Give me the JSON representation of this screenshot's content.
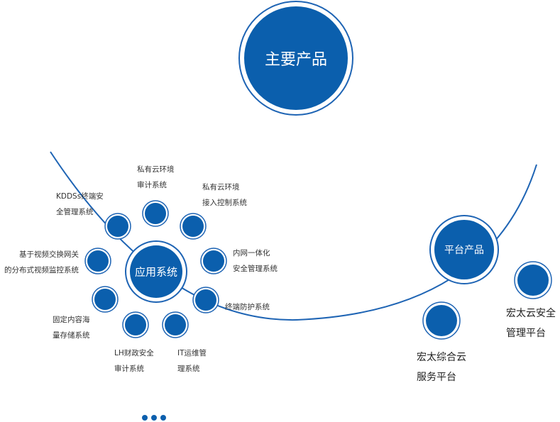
{
  "colors": {
    "primary": "#0b5fad",
    "curve": "#1e64b4",
    "ring": "#1e64b4"
  },
  "main": {
    "title": "主要产品"
  },
  "app_system": {
    "title": "应用系统",
    "items": [
      {
        "line1": "私有云环境",
        "line2": "审计系统"
      },
      {
        "line1": "私有云环境",
        "line2": "接入控制系统"
      },
      {
        "line1": "KDDSs终端安",
        "line2": "全管理系统"
      },
      {
        "line1": "基于视频交换网关",
        "line2": "的分布式视频监控系统"
      },
      {
        "line1": "内网一体化",
        "line2": "安全管理系统"
      },
      {
        "line1": "终端防护系统",
        "line2": ""
      },
      {
        "line1": "固定内容海",
        "line2": "量存储系统"
      },
      {
        "line1": "LH财政安全",
        "line2": "审计系统"
      },
      {
        "line1": "IT运维管",
        "line2": "理系统"
      }
    ]
  },
  "platform": {
    "title": "平台产品",
    "items": [
      {
        "line1": "宏太综合云",
        "line2": "服务平台"
      },
      {
        "line1": "宏太云安全",
        "line2": "管理平台"
      }
    ]
  },
  "more_icon": "ellipsis-icon"
}
